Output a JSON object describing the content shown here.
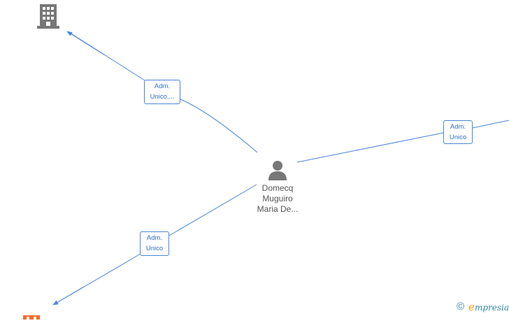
{
  "person": {
    "name_line1": "Domecq",
    "name_line2": "Muguiro",
    "name_line3": "Maria De..."
  },
  "edges": [
    {
      "line1": "Adm.",
      "line2": "Unico,..."
    },
    {
      "line1": "Adm.",
      "line2": "Unico"
    },
    {
      "line1": "Adm.",
      "line2": "Unico"
    }
  ],
  "footer": {
    "copyright_symbol": "©",
    "brand_initial": "e",
    "brand_rest": "mpresia"
  },
  "colors": {
    "edge": "#4a86d8",
    "company_icon": "#777777",
    "company_icon_highlight": "#f26a2e",
    "person_icon": "#777777"
  }
}
